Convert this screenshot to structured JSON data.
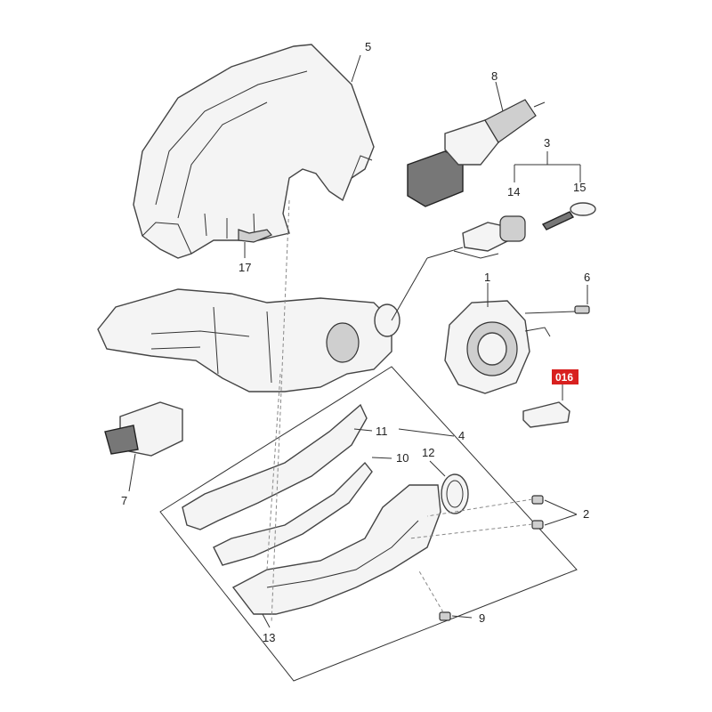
{
  "diagram": {
    "callouts": {
      "c1": "1",
      "c2": "2",
      "c3": "3",
      "c4": "4",
      "c5": "5",
      "c6": "6",
      "c7": "7",
      "c8": "8",
      "c9": "9",
      "c10": "10",
      "c11": "11",
      "c12": "12",
      "c13": "13",
      "c14": "14",
      "c15": "15",
      "c17": "17"
    },
    "highlight": {
      "label": "016",
      "color": "#d8201f"
    }
  }
}
